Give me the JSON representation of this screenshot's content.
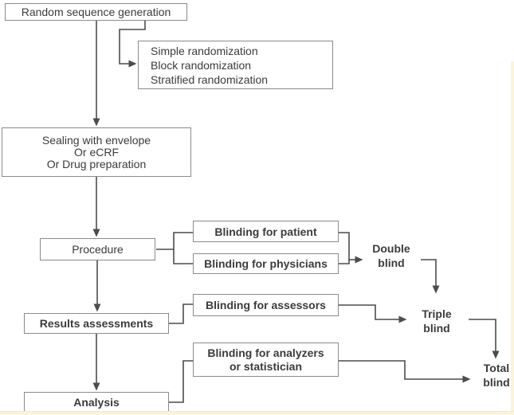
{
  "colors": {
    "background": "#ffffff",
    "box_border": "#8b8b8b",
    "line": "#4c4c4c",
    "text": "#3b3b3b",
    "edge_strip": "#faf4da"
  },
  "nodes": {
    "random_sequence": {
      "label": "Random sequence generation"
    },
    "randomization_types": {
      "lines": [
        "Simple randomization",
        "Block randomization",
        "Stratified randomization"
      ]
    },
    "sealing": {
      "lines": [
        "Sealing with envelope",
        "Or eCRF",
        "Or Drug preparation"
      ]
    },
    "procedure": {
      "label": "Procedure"
    },
    "results_assessments": {
      "label": "Results assessments"
    },
    "analysis": {
      "label": "Analysis"
    },
    "blinding_patient": {
      "label": "Blinding for patient"
    },
    "blinding_physicians": {
      "label": "Blinding for physicians"
    },
    "blinding_assessors": {
      "label": "Blinding for assessors"
    },
    "blinding_analyzers": {
      "lines": [
        "Blinding for analyzers",
        "or statistician"
      ]
    }
  },
  "outcome_labels": {
    "double_blind": {
      "lines": [
        "Double",
        "blind"
      ]
    },
    "triple_blind": {
      "lines": [
        "Triple",
        "blind"
      ]
    },
    "total_blind": {
      "lines": [
        "Total",
        "blind"
      ]
    }
  }
}
